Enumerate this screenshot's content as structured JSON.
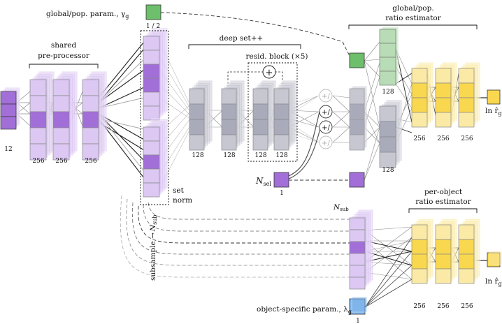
{
  "labels": {
    "global_param": "global/pop. param., γ",
    "global_param_sub": "g",
    "half": "1 / 2",
    "shared": "shared",
    "pre_processor": "pre-processor",
    "deep_set": "deep set++",
    "resid_block": "resid. block (×5)",
    "global_ratio_l1": "global/pop.",
    "global_ratio_l2": "ratio estimator",
    "per_object_l1": "per-object",
    "per_object_l2": "ratio estimator",
    "set": "set",
    "norm": "norm",
    "subsample": "subsample →",
    "n_sub_top": "N",
    "n_sub_top_sub": "sub",
    "n_sub_rot": "N",
    "n_sub_rot_sub": "sub",
    "n_sel": "N",
    "n_sel_sub": "sel",
    "n_sel_count": "1",
    "obj_param": "object-specific param., λ",
    "obj_param_sub": "g",
    "obj_count": "1",
    "out_global": "ln r̂",
    "out_global_sub": "g",
    "out_obj": "ln r̂",
    "out_obj_sub": "g",
    "plus": "+",
    "plus_div": "+/"
  },
  "widths": {
    "input": "12",
    "pre1": "256",
    "pre2": "256",
    "pre3": "256",
    "ds1": "128",
    "ds2": "128",
    "ds3": "128",
    "ds4": "128",
    "gparam": "128",
    "gmerge": "128",
    "gr1": "256",
    "gr2": "256",
    "gr3": "256",
    "or1": "256",
    "or2": "256",
    "or3": "256"
  },
  "colors": {
    "purple_dark": "#a26fd8",
    "purple_light": "#dcc8f3",
    "gray_block": "#c7c7d2",
    "gray_dark": "#a9abbb",
    "green": "#6dbf6b",
    "green_light": "#b8dcb5",
    "yellow": "#f9d74f",
    "yellow_light": "#fbeaa6",
    "blue": "#7fb5ea"
  }
}
